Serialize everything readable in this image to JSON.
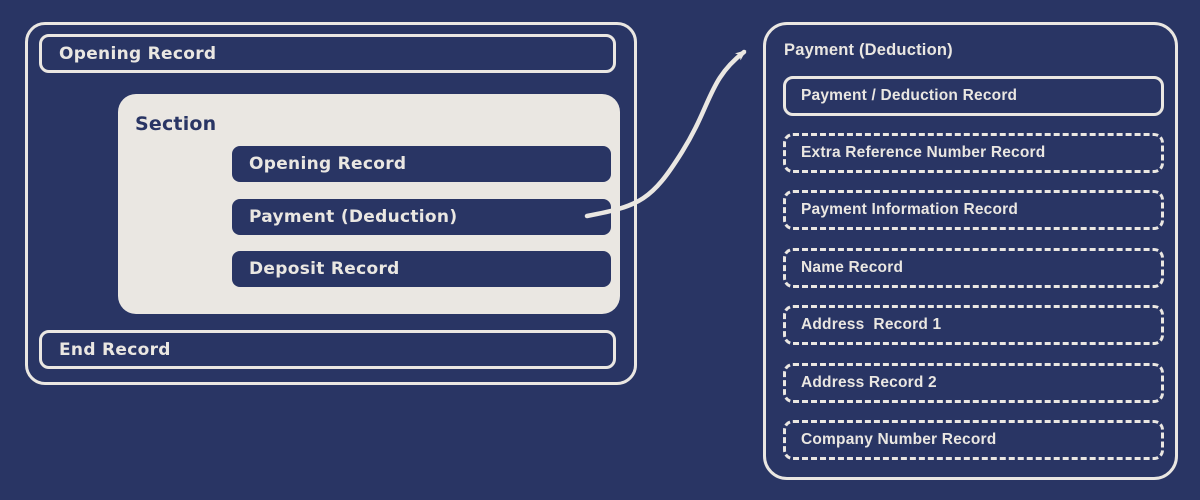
{
  "colors": {
    "background": "#293564",
    "box_fill": "#293564",
    "light": "#eae7e2",
    "text_light": "#eae7e2",
    "text_dark": "#293564"
  },
  "file_structure": {
    "opening_record_label": "Opening Record",
    "end_record_label": "End Record",
    "section": {
      "label": "Section",
      "records": [
        {
          "label": "Opening Record"
        },
        {
          "label": "Payment (Deduction)"
        },
        {
          "label": "Deposit Record"
        }
      ]
    }
  },
  "arrow": {
    "from": "Payment (Deduction) record in Section",
    "to": "Payment (Deduction) detail panel"
  },
  "detail_panel": {
    "title": "Payment (Deduction)",
    "solid_record": {
      "label": "Payment / Deduction Record"
    },
    "dashed_records": [
      {
        "label": "Extra Reference Number Record"
      },
      {
        "label": "Payment Information Record"
      },
      {
        "label": "Name Record"
      },
      {
        "label": "Address  Record 1"
      },
      {
        "label": "Address Record 2"
      },
      {
        "label": "Company Number Record"
      }
    ]
  }
}
